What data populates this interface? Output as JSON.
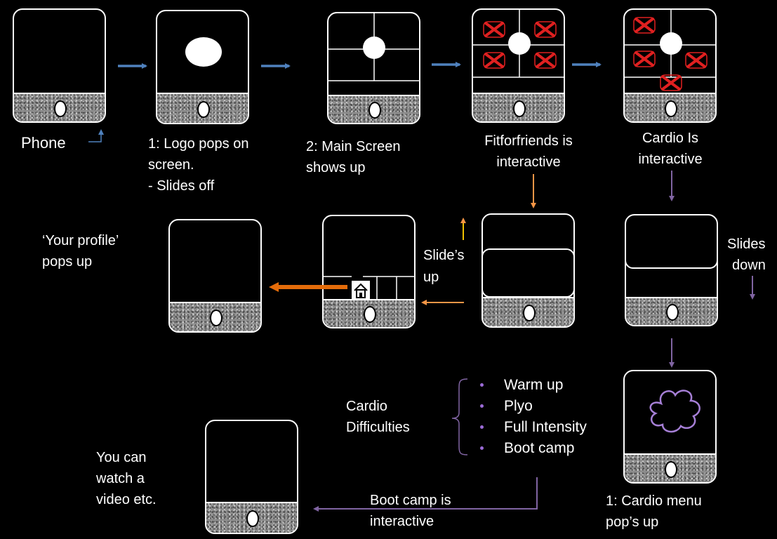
{
  "colors": {
    "blue_arrow": "#4f81bd",
    "orange_arrow": "#f79646",
    "purple_arrow": "#8064a2",
    "cross_red": "#e02020",
    "base_gray": "#8c8c8c"
  },
  "labels": {
    "phone": "Phone",
    "logo_pops_line1": "1: Logo pops on",
    "logo_pops_line2": "screen.",
    "logo_pops_line3": "- Slides off",
    "main_screen_line1": "2: Main Screen",
    "main_screen_line2": "shows up",
    "fitforfriends_line1": "Fitforfriends is",
    "fitforfriends_line2": "interactive",
    "cardio_line1": "Cardio Is",
    "cardio_line2": "interactive",
    "slides_up_line1": "Slide’s",
    "slides_up_line2": "up",
    "slides_down_line1": "Slides",
    "slides_down_line2": "down",
    "profile_line1": "‘Your profile’",
    "profile_line2": "pops up",
    "cardio_menu_line1": "1: Cardio menu",
    "cardio_menu_line2": "pop’s up",
    "difficulties_line1": "Cardio",
    "difficulties_line2": "Difficulties",
    "bootcamp_line1": "Boot camp is",
    "bootcamp_line2": "interactive",
    "video_line1": "You can",
    "video_line2": "watch a",
    "video_line3": "video etc."
  },
  "cardio_difficulties": [
    "Warm up",
    "Plyo",
    "Full Intensity",
    "Boot camp"
  ],
  "icons": [
    "home-icon",
    "cross-icon",
    "cloud-icon",
    "logo-ellipse"
  ]
}
